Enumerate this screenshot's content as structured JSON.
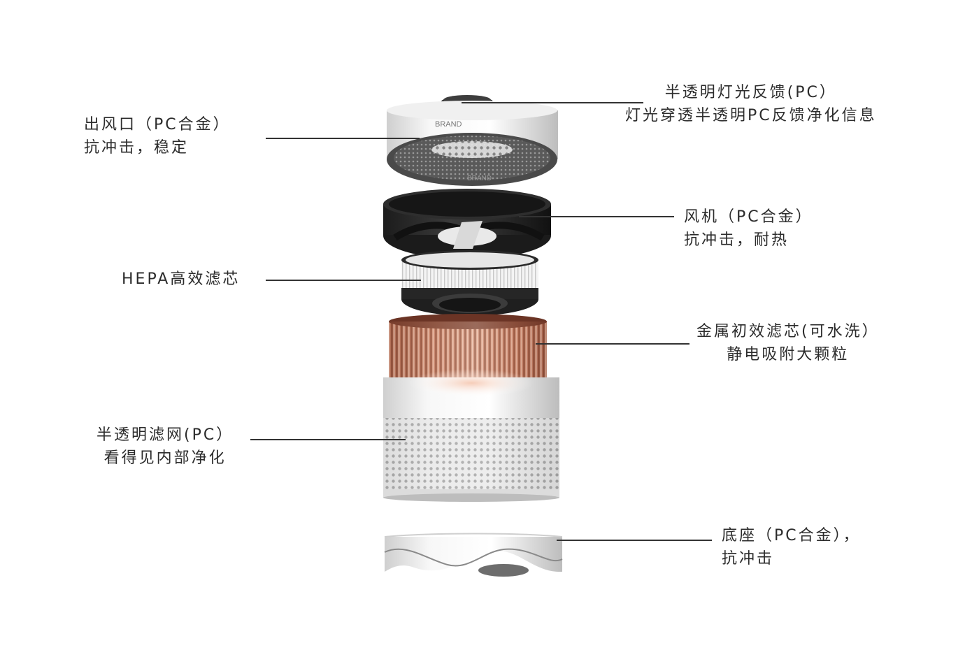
{
  "product": {
    "brand_top": "BRAND",
    "brand_inner": "BRAND"
  },
  "callouts": {
    "outlet": {
      "line1": "出风口（PC合金）",
      "line2": "抗冲击，稳定"
    },
    "light_feedback": {
      "line1": "半透明灯光反馈(PC）",
      "line2": "灯光穿透半透明PC反馈净化信息"
    },
    "fan": {
      "line1": "风机（PC合金）",
      "line2": "抗冲击，耐热"
    },
    "hepa": {
      "line1": "HEPA高效滤芯"
    },
    "metal_filter": {
      "line1": "金属初效滤芯(可水洗）",
      "line2": "静电吸附大颗粒"
    },
    "mesh": {
      "line1": "半透明滤网(PC）",
      "line2": "看得见内部净化"
    },
    "base": {
      "line1": "底座（PC合金），",
      "line2": "抗冲击"
    }
  },
  "colors": {
    "shell_white": "#f2f2f2",
    "dark_ring": "#2a2a2a",
    "copper": "#b8705a",
    "line": "#333333"
  }
}
